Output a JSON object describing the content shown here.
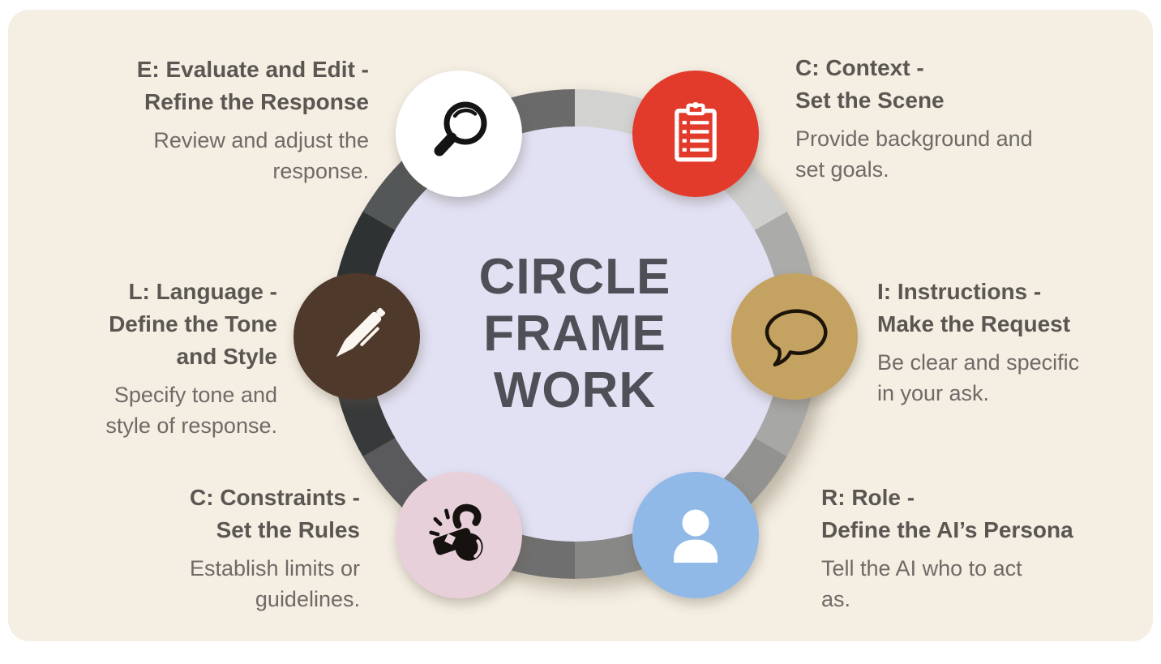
{
  "panel": {
    "background": "#f4eee3"
  },
  "center": {
    "lines": [
      "CIRCLE",
      "FRAME",
      "WORK"
    ],
    "fill": "#e2e1f4",
    "text_color": "#4f4f57"
  },
  "ring": {
    "segments": [
      "#d2d2d1",
      "#cfcfce",
      "#ababaa",
      "#a7a7a6",
      "#929291",
      "#888887",
      "#6f6f6f",
      "#5a5a5c",
      "#37393a",
      "#2e3233",
      "#545758",
      "#6a6a6a"
    ]
  },
  "nodes": [
    {
      "key": "evaluate",
      "heading": [
        "E: Evaluate and Edit -",
        "Refine the Response"
      ],
      "body": [
        "Review and adjust the",
        "response."
      ],
      "icon": "magnifier-icon",
      "circle_color": "#ffffff"
    },
    {
      "key": "context",
      "heading": [
        "C: Context -",
        "Set the Scene"
      ],
      "body": [
        "Provide background and",
        "set goals."
      ],
      "icon": "clipboard-icon",
      "circle_color": "#e23a2b"
    },
    {
      "key": "instructions",
      "heading": [
        "I: Instructions -",
        "Make the Request"
      ],
      "body": [
        "Be clear and specific",
        "in your ask."
      ],
      "icon": "speech-bubble-icon",
      "circle_color": "#c4a261"
    },
    {
      "key": "role",
      "heading": [
        "R: Role -",
        "Define the AI’s Persona"
      ],
      "body": [
        "Tell the AI who to act",
        "as."
      ],
      "icon": "person-icon",
      "circle_color": "#90b9e8"
    },
    {
      "key": "constraints",
      "heading": [
        "C: Constraints -",
        "Set the Rules"
      ],
      "body": [
        "Establish limits or",
        "guidelines."
      ],
      "icon": "whistle-icon",
      "circle_color": "#e8d0da"
    },
    {
      "key": "language",
      "heading": [
        "L: Language -",
        "Define the Tone",
        "and Style"
      ],
      "body": [
        "Specify tone and",
        "style of response."
      ],
      "icon": "pen-icon",
      "circle_color": "#4e392b"
    }
  ]
}
